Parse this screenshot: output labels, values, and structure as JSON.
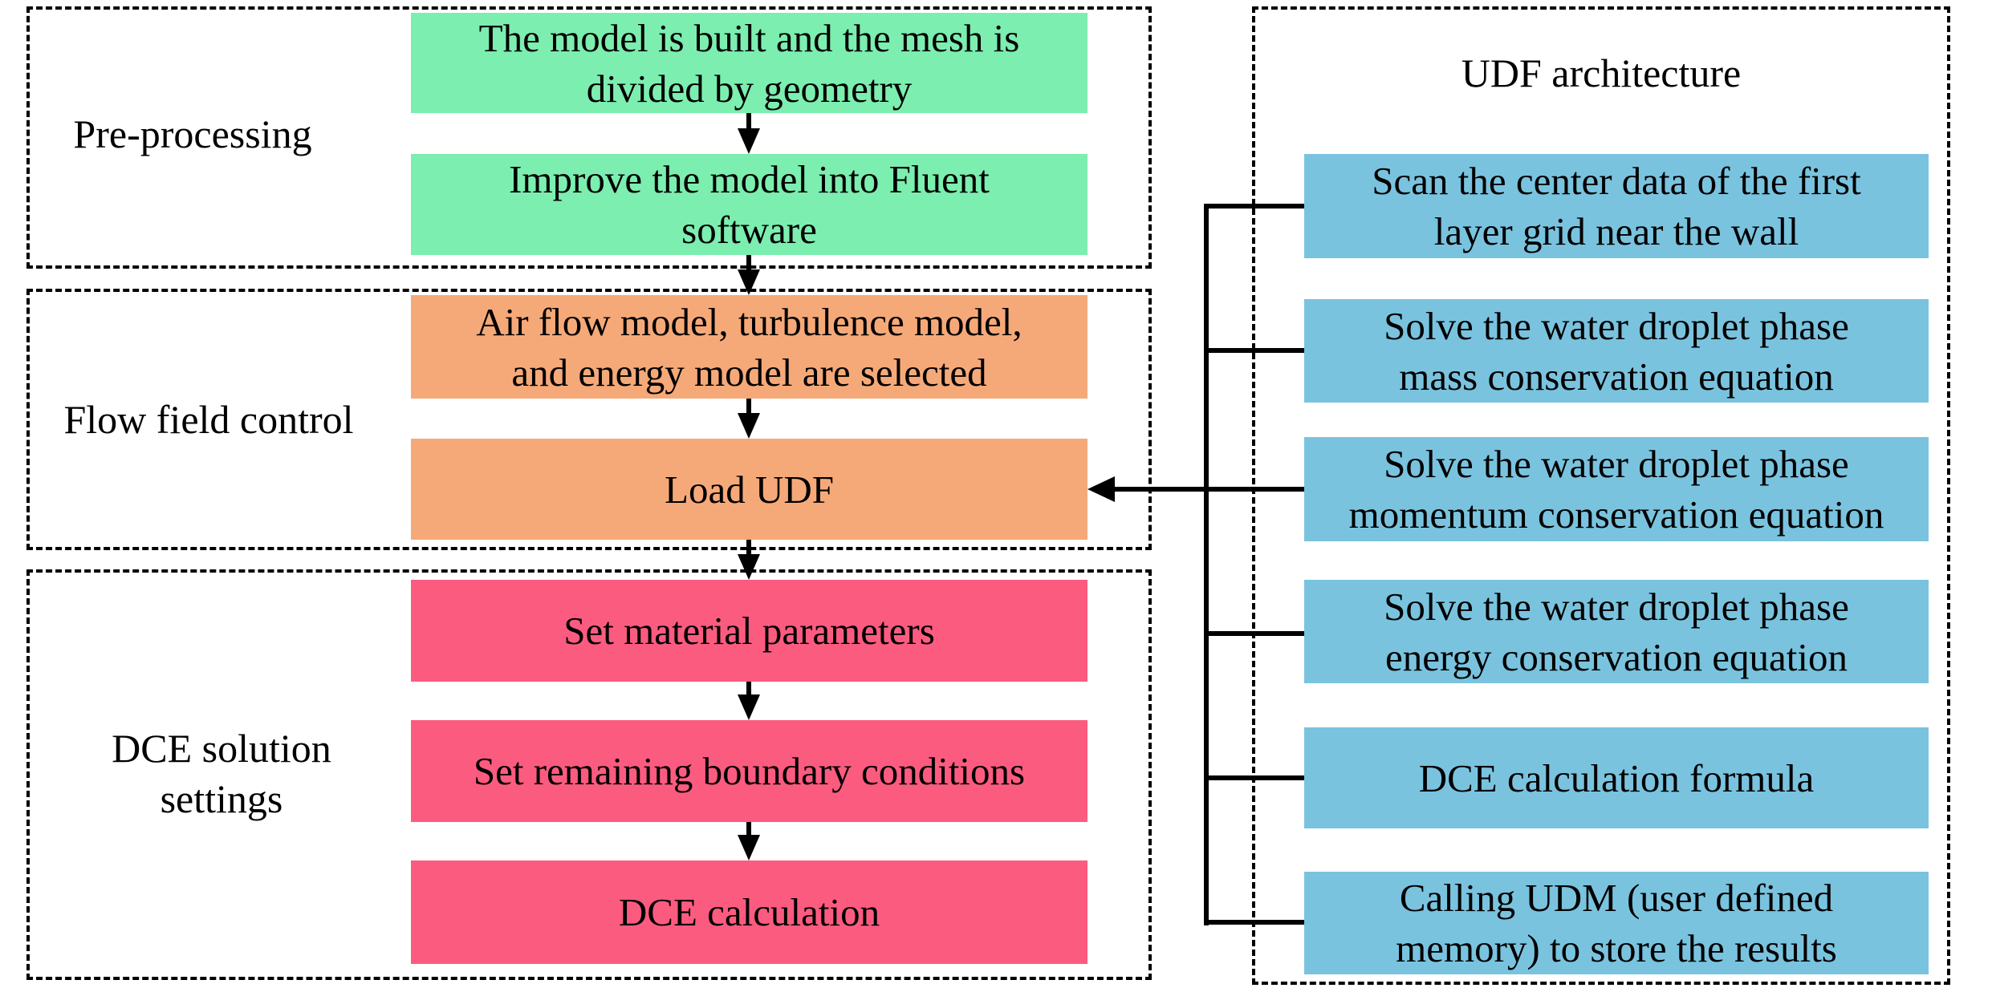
{
  "diagram": {
    "colors": {
      "green": "#7ceeaf",
      "orange": "#f6a978",
      "pink": "#fc5b80",
      "blue": "#7ac3df",
      "line": "#000000"
    },
    "left": {
      "sections": [
        {
          "label": "Pre-processing",
          "steps": [
            "The model is built and the mesh is\ndivided by geometry",
            "Improve the model into Fluent\nsoftware"
          ]
        },
        {
          "label": "Flow field control",
          "steps": [
            "Air flow model, turbulence model,\nand energy model are selected",
            "Load UDF"
          ]
        },
        {
          "label": "DCE solution\nsettings",
          "steps": [
            "Set material parameters",
            "Set remaining boundary conditions",
            "DCE calculation"
          ]
        }
      ]
    },
    "right": {
      "title": "UDF architecture",
      "steps": [
        "Scan the center data of the first\nlayer grid near the wall",
        "Solve the water droplet phase\nmass conservation equation",
        "Solve the water droplet phase\nmomentum conservation equation",
        "Solve the water droplet phase\nenergy conservation equation",
        "DCE calculation formula",
        "Calling UDM (user defined\nmemory) to store the results"
      ]
    }
  }
}
